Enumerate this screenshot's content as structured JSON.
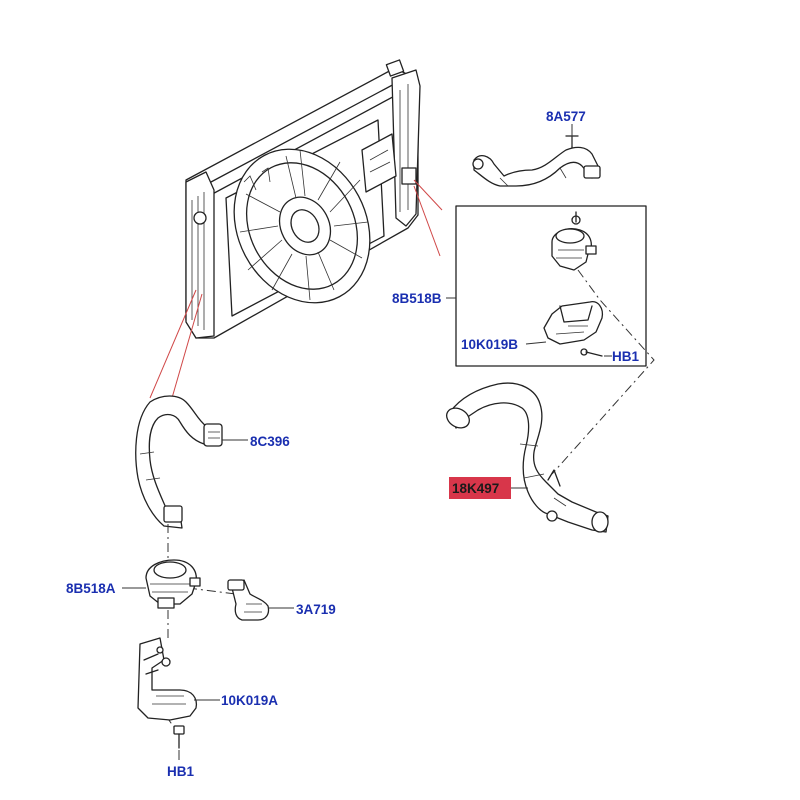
{
  "labels": {
    "p8a577": "8A577",
    "p8b518b": "8B518B",
    "p10k019b": "10K019B",
    "hb1_top": "HB1",
    "p8c396": "8C396",
    "p18k497": "18K497",
    "p8b518a": "8B518A",
    "p3a719": "3A719",
    "p10k019a": "10K019A",
    "hb1_bottom": "HB1"
  },
  "colors": {
    "label_blue": "#1a2fb0",
    "highlight_red": "#d8364a",
    "leader_red": "#d04848",
    "line": "#222222"
  }
}
